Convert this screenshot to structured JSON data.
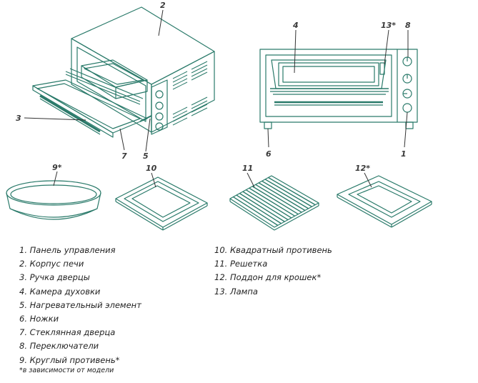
{
  "callouts": {
    "c2": "2",
    "c3": "3",
    "c5": "5",
    "c7": "7",
    "c4": "4",
    "c13": "13*",
    "c8": "8",
    "c6": "6",
    "c1": "1",
    "c9": "9*",
    "c10": "10",
    "c11": "11",
    "c12": "12*"
  },
  "legend_left": [
    "1. Панель управления",
    "2. Корпус печи",
    "3. Ручка дверцы",
    "4. Камера духовки",
    "5. Нагревательный элемент",
    "6. Ножки",
    "7. Стеклянная дверца",
    "8. Переключатели",
    "9. Круглый противень*"
  ],
  "legend_right": [
    "10. Квадратный противень",
    "11. Решетка",
    "12. Поддон для крошек*",
    "13. Лампа"
  ],
  "footnote": "*в зависимости от модели",
  "colors": {
    "line": "#2a7a6a",
    "leader": "#333333",
    "text": "#222222"
  }
}
